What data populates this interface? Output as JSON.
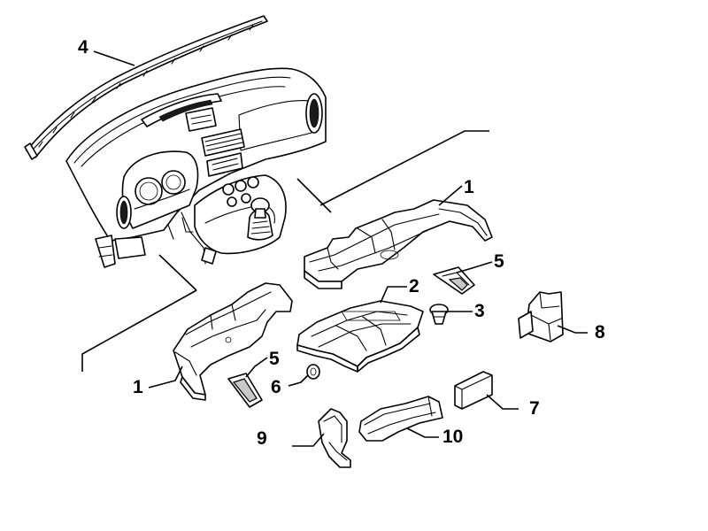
{
  "callouts": [
    {
      "id": "1a",
      "label": "1"
    },
    {
      "id": "1b",
      "label": "1"
    },
    {
      "id": "2",
      "label": "2"
    },
    {
      "id": "3",
      "label": "3"
    },
    {
      "id": "4",
      "label": "4"
    },
    {
      "id": "5a",
      "label": "5"
    },
    {
      "id": "5b",
      "label": "5"
    },
    {
      "id": "6",
      "label": "6"
    },
    {
      "id": "7",
      "label": "7"
    },
    {
      "id": "8",
      "label": "8"
    },
    {
      "id": "9",
      "label": "9"
    },
    {
      "id": "10",
      "label": "10"
    }
  ]
}
